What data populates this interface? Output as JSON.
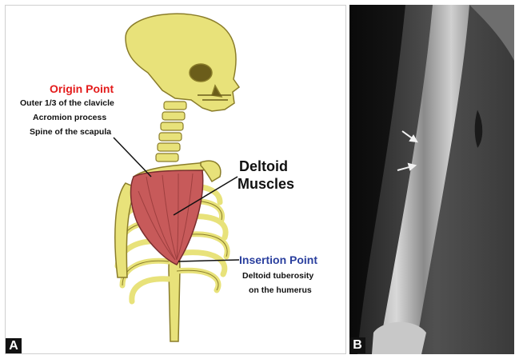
{
  "panel_a": {
    "label": "A",
    "origin": {
      "title": "Origin Point",
      "lines": [
        "Outer 1/3 of the clavicle",
        "Acromion process",
        "Spine of the scapula"
      ]
    },
    "muscle": {
      "line1": "Deltoid",
      "line2": "Muscles"
    },
    "insertion": {
      "title": "Insertion Point",
      "lines": [
        "Deltoid tuberosity",
        "on the humerus"
      ]
    }
  },
  "panel_b": {
    "label": "B"
  },
  "colors": {
    "origin_title": "#e31b1b",
    "insertion_title": "#2a3f9e",
    "bone": "#e8e27a",
    "bone_outline": "#8a7d2a",
    "muscle": "#c75a5a"
  }
}
